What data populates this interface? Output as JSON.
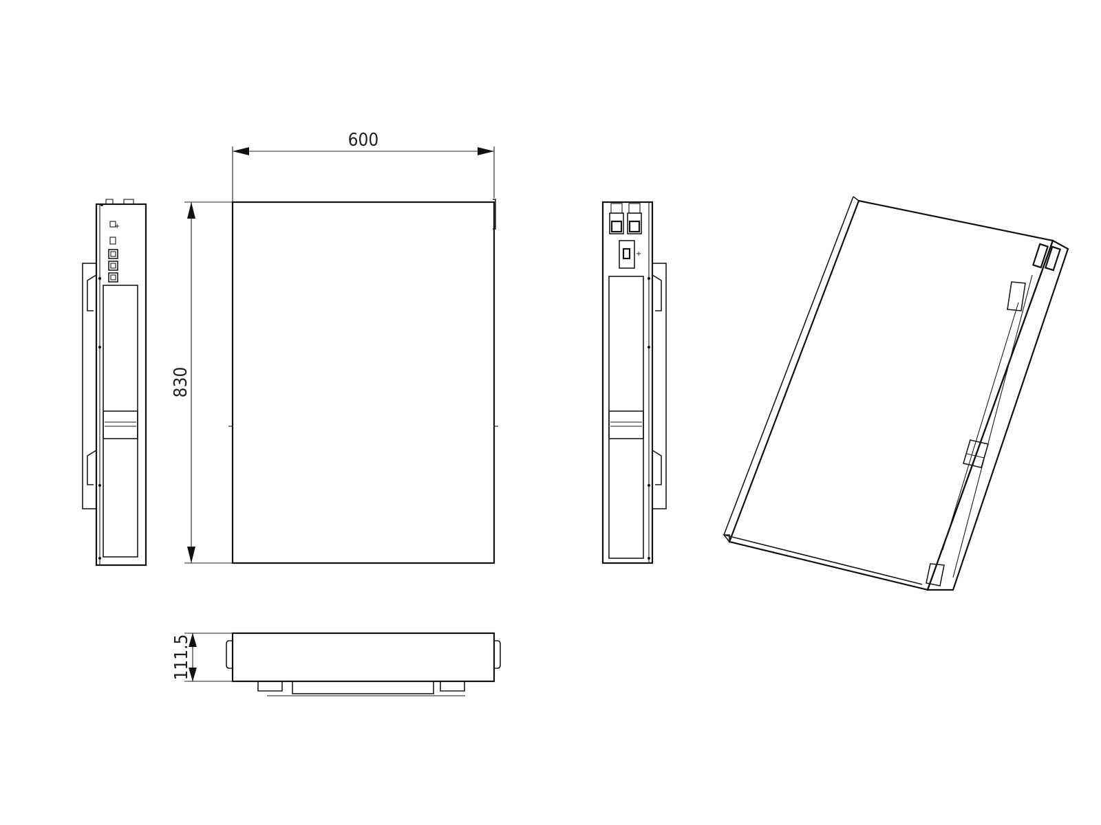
{
  "dimensions": {
    "width": "600",
    "height": "830",
    "depth": "111.5"
  }
}
